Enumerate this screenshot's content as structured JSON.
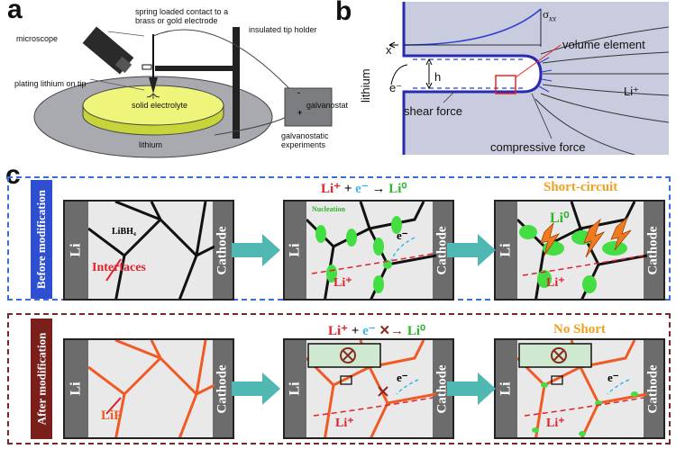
{
  "panel_a": {
    "label": "a",
    "microscope": "microscope",
    "spring_contact": "spring loaded contact to a brass or gold electrode",
    "insulated_holder": "insulated tip holder",
    "plating": "plating lithium on tip",
    "solid_electrolyte": "solid electrolyte",
    "lithium": "lithium",
    "galvanostat": "galvanostat",
    "galvanostat_minus": "-",
    "galvanostat_plus": "+",
    "experiments": "galvanostatic experiments"
  },
  "panel_b": {
    "label": "b",
    "sigma": "σ",
    "sigma_sub": "xx",
    "x_axis": "x",
    "volume_element": "volume element",
    "lithium": "lithium",
    "electron": "e⁻",
    "h": "h",
    "li_ion": "Li⁺",
    "shear_force": "shear force",
    "compressive_force": "compressive force"
  },
  "panel_c": {
    "label": "c",
    "before_label": "Before modification",
    "after_label": "After modification",
    "li": "Li",
    "cathode": "Cathode",
    "libh4": "LiBH₄",
    "interfaces": "Interfaces",
    "eq_before": {
      "li_plus": "Li⁺",
      "plus": "+",
      "e_minus": "e⁻",
      "arrow": "→",
      "li_zero": "Li⁰"
    },
    "nucleation": "Nucleation",
    "e_minus": "e⁻",
    "li_plus": "Li⁺",
    "li_zero": "Li⁰",
    "short_circuit": "Short-circuit",
    "lif": "LiF",
    "eq_after": {
      "li_plus": "Li⁺",
      "plus": "+",
      "e_minus": "e⁻",
      "li_zero": "Li⁰"
    },
    "no_short": "No Short"
  },
  "colors": {
    "before_border": "#3a6fd8",
    "before_sidebar": "#2e4fd0",
    "after_border": "#7a2a22",
    "after_sidebar": "#7a1f1a",
    "teal_arrow": "#4fb8b3",
    "grain_lif": "#f05a24",
    "li_red": "#e0202a",
    "e_cyan": "#3cb8e8",
    "li0_green": "#2db52d",
    "orange_text": "#f0a020"
  }
}
